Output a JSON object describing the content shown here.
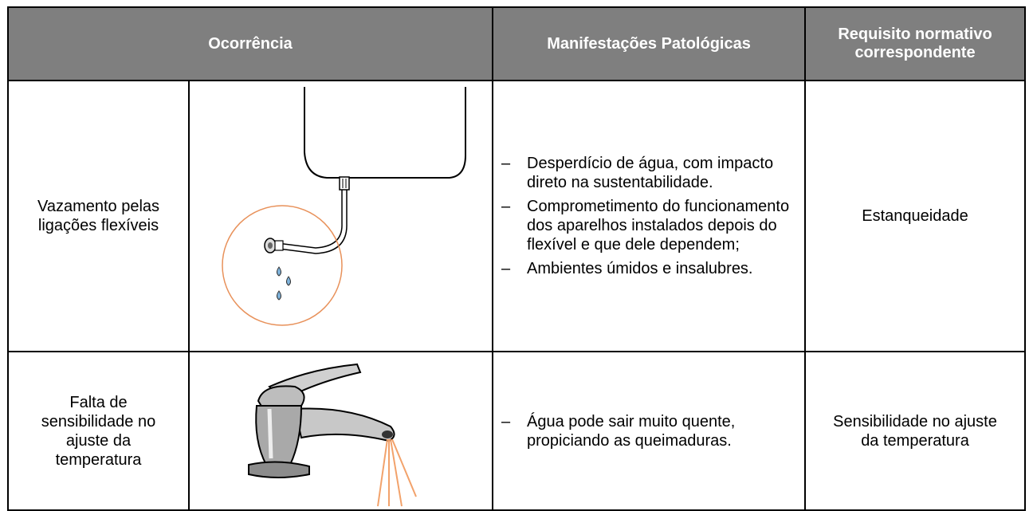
{
  "table": {
    "headers": {
      "occurrence": "Ocorrência",
      "manifestations": "Manifestações Patológicas",
      "requirement": "Requisito normativo correspondente"
    },
    "rows": [
      {
        "occurrence": "Vazamento pelas ligações flexíveis",
        "illustration_icon": "sink-flexible-hose-leak-icon",
        "manifestations": [
          "Desperdício de água, com impacto direto na sustentabilidade.",
          "Comprometimento do funcionamento dos aparelhos instalados depois do flexível e que dele dependem;",
          "Ambientes úmidos e insalubres."
        ],
        "requirement": "Estanqueidade"
      },
      {
        "occurrence": "Falta de sensibilidade no ajuste da temperatura",
        "illustration_icon": "mixer-faucet-hot-water-icon",
        "manifestations": [
          "Água pode sair muito quente, propiciando as queimaduras."
        ],
        "requirement": "Sensibilidade no ajuste da temperatura"
      }
    ],
    "dash_glyph": "–"
  },
  "colors": {
    "header_bg": "#7f7f7f",
    "header_text": "#ffffff",
    "highlight_circle": "#e8915a",
    "water_drop": "#7fb4dd",
    "hot_water": "#f2a26b"
  }
}
